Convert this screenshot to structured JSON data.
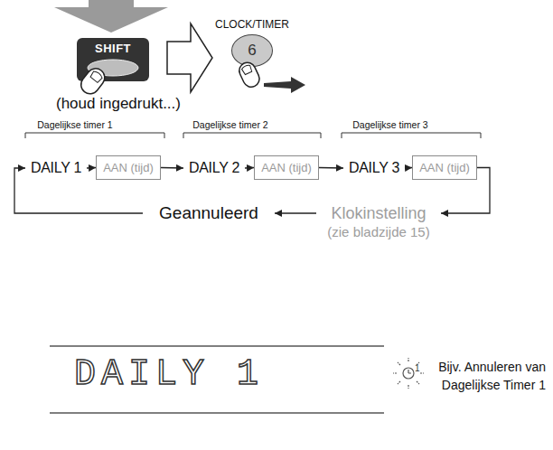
{
  "diagram": {
    "nodes": [
      {
        "text": [
          "SHIFT"
        ]
      },
      {
        "text": [
          "CLOCK/TIMER",
          "6"
        ]
      },
      {
        "text": [
          "DAILY 1"
        ]
      },
      {
        "text": [
          "AAN (tijd)"
        ]
      },
      {
        "text": [
          "DAILY 2"
        ]
      },
      {
        "text": [
          "AAN (tijd)"
        ]
      },
      {
        "text": [
          "DAILY 3"
        ]
      },
      {
        "text": [
          "AAN (tijd)"
        ]
      },
      {
        "text": [
          "Klokinstelling",
          "(zie bladzijde 15)"
        ]
      },
      {
        "text": [
          "Geannuleerd"
        ]
      }
    ],
    "edges": [
      {
        "from": 0,
        "to": 1,
        "arrow": "to"
      },
      {
        "from": 2,
        "to": 3,
        "arrow": "to"
      },
      {
        "from": 3,
        "to": 4,
        "arrow": "to"
      },
      {
        "from": 4,
        "to": 5,
        "arrow": "to"
      },
      {
        "from": 5,
        "to": 6,
        "arrow": "to"
      },
      {
        "from": 6,
        "to": 7,
        "arrow": "to"
      },
      {
        "from": 7,
        "to": 8,
        "arrow": "to"
      },
      {
        "from": 8,
        "to": 9,
        "arrow": "to"
      },
      {
        "from": 9,
        "to": 2,
        "arrow": "to"
      }
    ],
    "labels": [
      "(houd ingedrukt...)",
      "Dagelijkse timer 1",
      "Dagelijkse timer 2",
      "Dagelijkse timer 3",
      "DAILY 1",
      "1",
      "Bijv. Annuleren van Dagelijkse Timer 1"
    ]
  }
}
